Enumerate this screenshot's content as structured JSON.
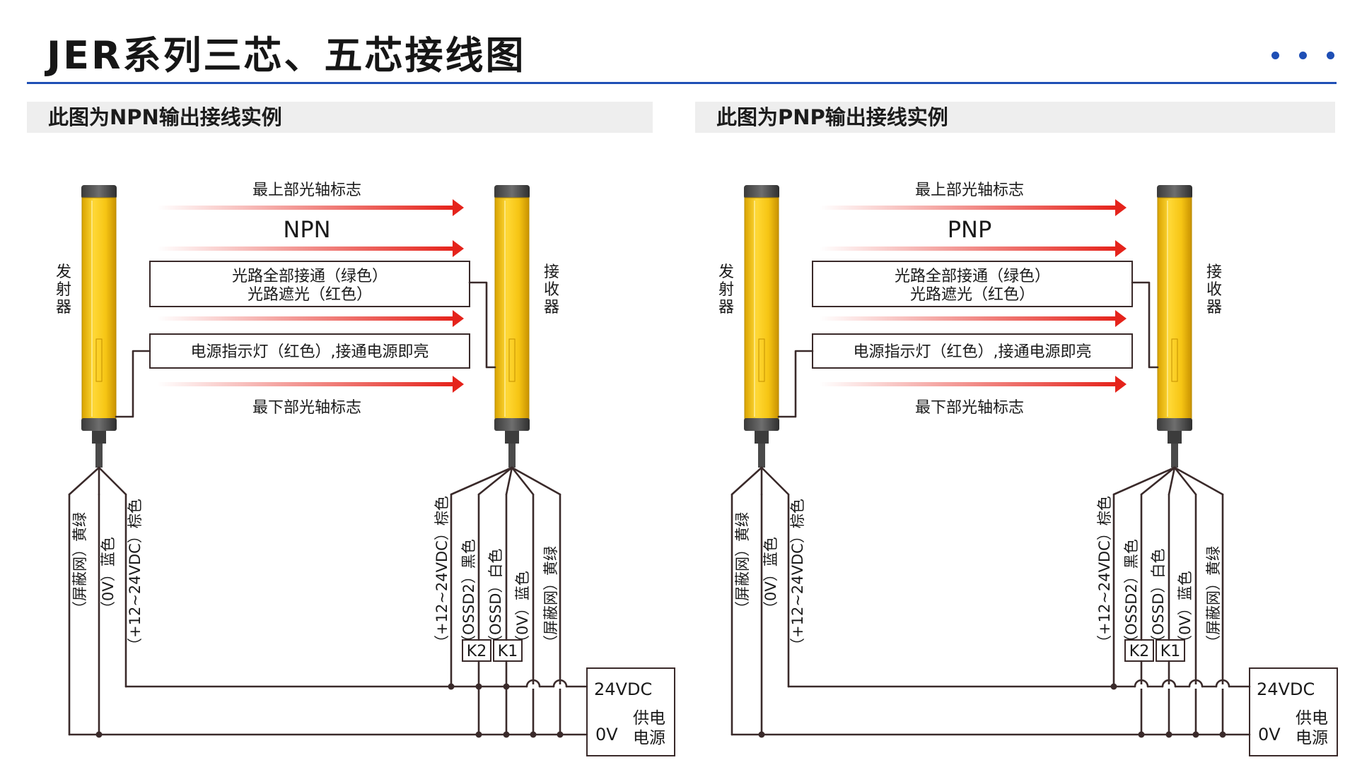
{
  "page": {
    "title": "JER系列三芯、五芯接线图"
  },
  "sections": [
    {
      "heading": "此图为NPN输出接线实例",
      "mode": "NPN"
    },
    {
      "heading": "此图为PNP输出接线实例",
      "mode": "PNP"
    }
  ],
  "diagram": {
    "top_axis_label": "最上部光轴标志",
    "bottom_axis_label": "最下部光轴标志",
    "status_box_line1": "光路全部接通（绿色）",
    "status_box_line2": "光路遮光（红色）",
    "power_box": "电源指示灯（红色）,接通电源即亮",
    "emitter_label": "发射器",
    "receiver_label": "接收器",
    "emitter_wires": [
      "（屏蔽网）黄绿",
      "（0V）蓝色",
      "（+12~24VDC）棕色"
    ],
    "receiver_wires": [
      "（+12~24VDC）棕色",
      "（OSSD2）黑色",
      "（OSSD）白色",
      "（0V）蓝色",
      "（屏蔽网）黄绿"
    ],
    "relays": [
      "K2",
      "K1"
    ],
    "supply_voltage": "24VDC",
    "supply_zero": "0V",
    "supply_label_1": "供电",
    "supply_label_2": "电源"
  },
  "colors": {
    "accent_blue": "#1f4fb5",
    "sensor_yellow": "#f4c418",
    "arrow_red": "#e5231b",
    "wire": "#3a2a2a"
  }
}
